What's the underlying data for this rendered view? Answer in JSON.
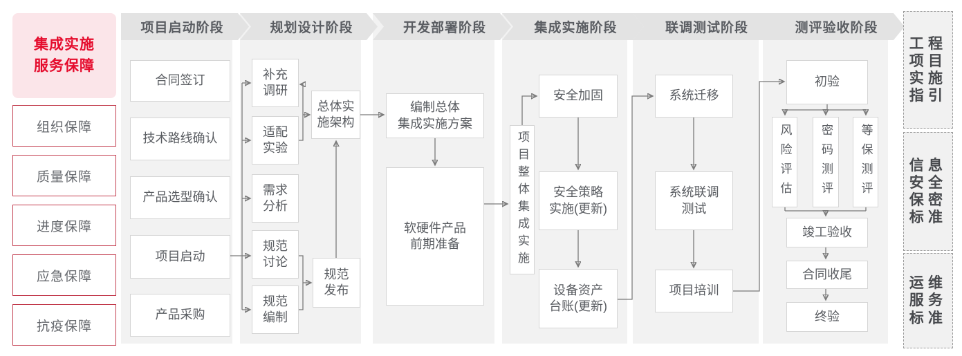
{
  "colors": {
    "accent_red_text": "#e50c2d",
    "accent_red_border": "#c23a4c",
    "pink_background": "#fbe5e9",
    "column_panel": "#f2f2f2",
    "phase_band": "#e3e3e3",
    "box_border": "#d5d5d5",
    "body_text": "#595c61",
    "connector_line": "#7a7a7a"
  },
  "sidebar": {
    "title": "集成实施\n服务保障",
    "items": [
      "组织保障",
      "质量保障",
      "进度保障",
      "应急保障",
      "抗疫保障"
    ]
  },
  "phases": [
    {
      "label": "项目启动阶段",
      "boxes": [
        "合同签订",
        "技术路线确认",
        "产品选型确认",
        "项目启动",
        "产品采购"
      ]
    },
    {
      "label": "规划设计阶段",
      "boxes": [
        "补充\n调研",
        "适配\n实验",
        "需求\n分析",
        "规范\n讨论",
        "规范\n编制",
        "总体实\n施架构",
        "规范\n发布"
      ]
    },
    {
      "label": "开发部署阶段",
      "boxes": [
        "编制总体\n集成实施方案",
        "软硬件产品\n前期准备"
      ]
    },
    {
      "label": "集成实施阶段",
      "boxes": [
        "项目整体集成实施",
        "安全加固",
        "安全策略\n实施(更新)",
        "设备资产\n台账(更新)"
      ]
    },
    {
      "label": "联调测试阶段",
      "boxes": [
        "系统迁移",
        "系统联调\n测试",
        "项目培训"
      ]
    },
    {
      "label": "测评验收阶段",
      "boxes": [
        "初验",
        "风险评估",
        "密码测评",
        "等保测评",
        "竣工验收",
        "合同收尾",
        "终验"
      ]
    }
  ],
  "standards": [
    "工程\n项目\n实施\n指引",
    "信息\n安全\n保密\n标准",
    "运维\n服务\n标准"
  ]
}
